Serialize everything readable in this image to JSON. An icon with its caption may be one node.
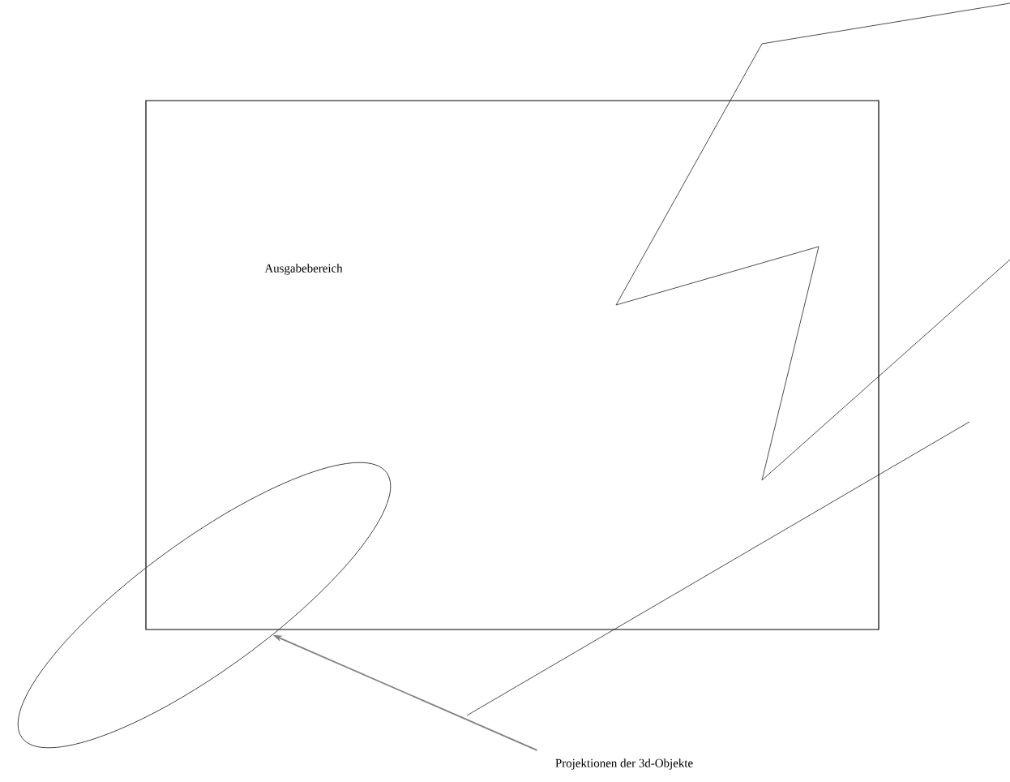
{
  "diagram": {
    "nodes": [
      {
        "text": [
          "Ausgabebereich"
        ]
      },
      {
        "text": [],
        "shape": "ellipse"
      },
      {
        "text": [
          "Projektionen der 3d-Objekte"
        ]
      }
    ],
    "edges": [
      {
        "from": 2,
        "to": 1,
        "arrow": "to",
        "color": "#808080"
      }
    ]
  }
}
